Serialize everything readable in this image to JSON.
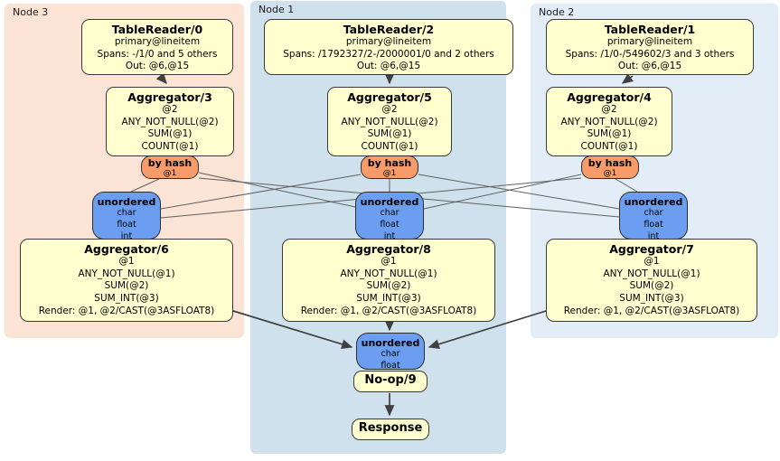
{
  "regions": {
    "node3": {
      "label": "Node 3"
    },
    "node1": {
      "label": "Node 1"
    },
    "node2": {
      "label": "Node 2"
    }
  },
  "processors": {
    "tr0": {
      "title": "TableReader/0",
      "lines": [
        "primary@lineitem",
        "Spans: -/1/0 and 5 others",
        "Out: @6,@15"
      ]
    },
    "tr2": {
      "title": "TableReader/2",
      "lines": [
        "primary@lineitem",
        "Spans: /1792327/2-/2000001/0 and 2 others",
        "Out: @6,@15"
      ]
    },
    "tr1": {
      "title": "TableReader/1",
      "lines": [
        "primary@lineitem",
        "Spans: /1/0-/549602/3 and 3 others",
        "Out: @6,@15"
      ]
    },
    "agg3": {
      "title": "Aggregator/3",
      "lines": [
        "@2",
        "ANY_NOT_NULL(@2)",
        "SUM(@1)",
        "COUNT(@1)"
      ]
    },
    "agg5": {
      "title": "Aggregator/5",
      "lines": [
        "@2",
        "ANY_NOT_NULL(@2)",
        "SUM(@1)",
        "COUNT(@1)"
      ]
    },
    "agg4": {
      "title": "Aggregator/4",
      "lines": [
        "@2",
        "ANY_NOT_NULL(@2)",
        "SUM(@1)",
        "COUNT(@1)"
      ]
    },
    "agg6": {
      "title": "Aggregator/6",
      "lines": [
        "@1",
        "ANY_NOT_NULL(@1)",
        "SUM(@2)",
        "SUM_INT(@3)",
        "Render: @1, @2/CAST(@3ASFLOAT8)"
      ]
    },
    "agg8": {
      "title": "Aggregator/8",
      "lines": [
        "@1",
        "ANY_NOT_NULL(@1)",
        "SUM(@2)",
        "SUM_INT(@3)",
        "Render: @1, @2/CAST(@3ASFLOAT8)"
      ]
    },
    "agg7": {
      "title": "Aggregator/7",
      "lines": [
        "@1",
        "ANY_NOT_NULL(@1)",
        "SUM(@2)",
        "SUM_INT(@3)",
        "Render: @1, @2/CAST(@3ASFLOAT8)"
      ]
    },
    "noop": {
      "title": "No-op/9"
    },
    "response": {
      "title": "Response"
    }
  },
  "routers": {
    "hash3": {
      "title": "by hash",
      "detail": "@1"
    },
    "hash1": {
      "title": "by hash",
      "detail": "@1"
    },
    "hash2": {
      "title": "by hash",
      "detail": "@1"
    }
  },
  "syncs": {
    "sync3": {
      "title": "unordered",
      "lines": [
        "char",
        "float",
        "int"
      ]
    },
    "sync1": {
      "title": "unordered",
      "lines": [
        "char",
        "float",
        "int"
      ]
    },
    "sync2": {
      "title": "unordered",
      "lines": [
        "char",
        "float",
        "int"
      ]
    },
    "syncFinal": {
      "title": "unordered",
      "lines": [
        "char",
        "float"
      ]
    }
  },
  "colors": {
    "processor_fill": "#ffffcf",
    "router_fill": "#f89b6b",
    "sync_fill": "#6b9ef0",
    "node3_bg": "#fbe3d6",
    "node1_bg": "#cfe1ec",
    "node2_bg": "#e2edf8",
    "edge": "#404040"
  }
}
